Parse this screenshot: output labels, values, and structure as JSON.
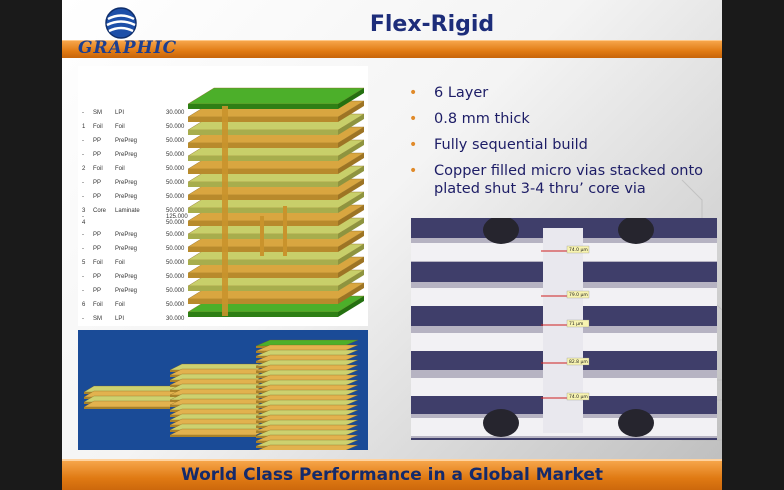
{
  "logo": {
    "text": "GRAPHIC"
  },
  "title": "Flex-Rigid",
  "bullets": [
    "6 Layer",
    "0.8 mm thick",
    "Fully sequential build",
    "Copper filled micro vias stacked onto plated shut 3-4 thru’ core via"
  ],
  "layer_table": [
    {
      "num": "-",
      "type": "SM",
      "mat": "LPI",
      "val": "30.000"
    },
    {
      "num": "1",
      "type": "Foil",
      "mat": "Foil",
      "val": "50.000"
    },
    {
      "num": "-",
      "type": "PP",
      "mat": "PrePreg",
      "val": "50.000"
    },
    {
      "num": "-",
      "type": "PP",
      "mat": "PrePreg",
      "val": "50.000"
    },
    {
      "num": "2",
      "type": "Foil",
      "mat": "Foil",
      "val": "50.000"
    },
    {
      "num": "-",
      "type": "PP",
      "mat": "PrePreg",
      "val": "50.000"
    },
    {
      "num": "-",
      "type": "PP",
      "mat": "PrePreg",
      "val": "50.000"
    },
    {
      "num": "3\n-\n4",
      "type": "Core",
      "mat": "Laminate",
      "val": "50.000\n125.000\n50.000"
    },
    {
      "num": "-",
      "type": "PP",
      "mat": "PrePreg",
      "val": "50.000"
    },
    {
      "num": "-",
      "type": "PP",
      "mat": "PrePreg",
      "val": "50.000"
    },
    {
      "num": "5",
      "type": "Foil",
      "mat": "Foil",
      "val": "50.000"
    },
    {
      "num": "-",
      "type": "PP",
      "mat": "PrePreg",
      "val": "50.000"
    },
    {
      "num": "-",
      "type": "PP",
      "mat": "PrePreg",
      "val": "50.000"
    },
    {
      "num": "6",
      "type": "Foil",
      "mat": "Foil",
      "val": "50.000"
    },
    {
      "num": "-",
      "type": "SM",
      "mat": "LPI",
      "val": "30.000"
    }
  ],
  "micro_labels": [
    "74.0 µm",
    "79.0 µm",
    "71 µm",
    "82.8 µm",
    "74.0 µm"
  ],
  "footer": "World Class Performance in a Global Market",
  "colors": {
    "accent_orange": "#e07a13",
    "title_blue": "#1d2d7a",
    "pcb_green": "#3f9b1f",
    "pcb_gold": "#d9a640"
  }
}
